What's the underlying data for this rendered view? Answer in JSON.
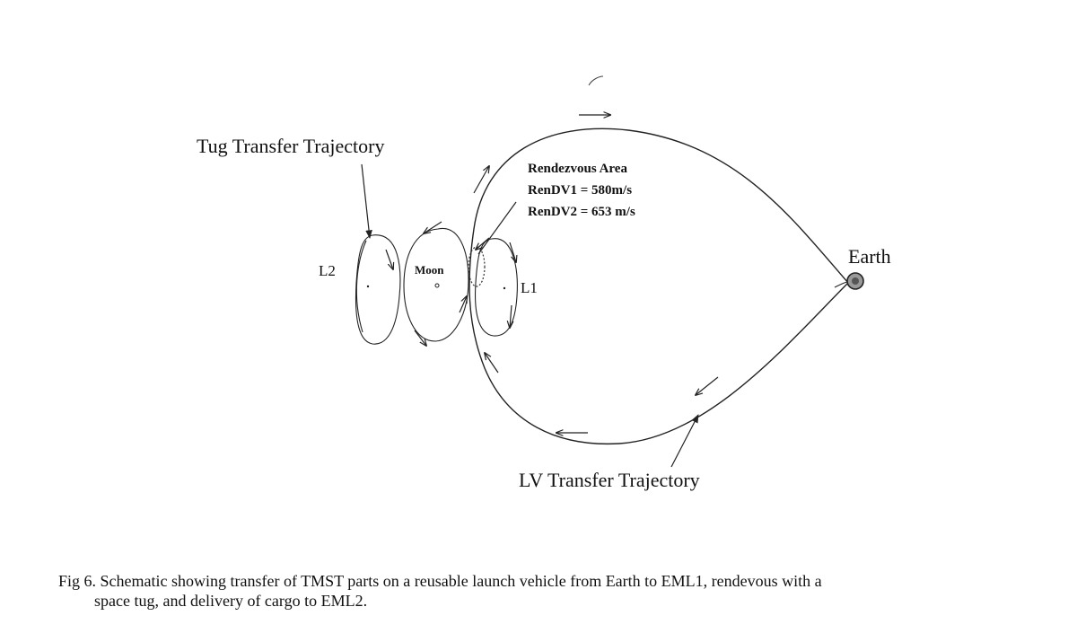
{
  "labels": {
    "tug_transfer": "Tug Transfer Trajectory",
    "lv_transfer": "LV Transfer Trajectory",
    "l1": "L1",
    "l2": "L2",
    "moon": "Moon",
    "earth": "Earth",
    "rendezvous_title": "Rendezvous Area",
    "rendezvous_dv1": "RenDV1 = 580m/s",
    "rendezvous_dv2": "RenDV2 = 653 m/s"
  },
  "caption": {
    "line1": "Fig 6.  Schematic showing transfer of TMST parts on a reusable launch vehicle from Earth to EML1, rendevous with a",
    "line2": "space tug, and delivery of cargo to EML2."
  }
}
